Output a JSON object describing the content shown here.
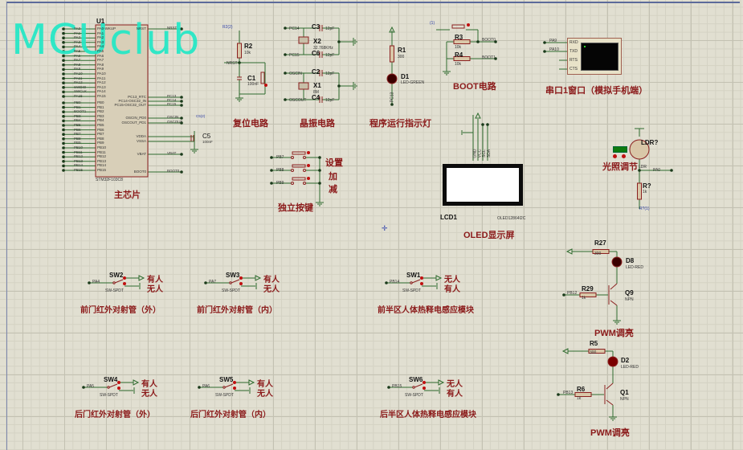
{
  "watermark": "MCUclub",
  "mcu": {
    "ref": "U1",
    "part": "STM32F103C8",
    "title": "主芯片",
    "left_pins_a": [
      "PA0-WKUP",
      "PA1",
      "PA2",
      "PA3",
      "PA4",
      "PA5",
      "PA6",
      "PA7",
      "PA8",
      "PA9",
      "PA10",
      "PA11",
      "PA12",
      "PA13",
      "PA14",
      "PA15"
    ],
    "left_nets_a": [
      "PA0",
      "PA1",
      "PA2",
      "PA3",
      "PA4",
      "PA5",
      "PA6",
      "PA7",
      "PA8",
      "PA9",
      "PA10",
      "PA11",
      "PA12",
      "SWDIO",
      "SWCLK",
      "PA15"
    ],
    "left_pins_b": [
      "PB0",
      "PB1",
      "PB2",
      "PB3",
      "PB4",
      "PB5",
      "PB6",
      "PB7",
      "PB8",
      "PB9",
      "PB10",
      "PB11",
      "PB12",
      "PB13",
      "PB14",
      "PB15"
    ],
    "left_nets_b": [
      "PB0",
      "PB1",
      "BOOT1",
      "PB3",
      "PB4",
      "PB5",
      "PB6",
      "PB7",
      "PB8",
      "PB9",
      "PB10",
      "PB11",
      "PB12",
      "PB13",
      "PB14",
      "PB15"
    ],
    "right_pins": [
      "NRST",
      "PC13_RTC",
      "PC14-OSC32_IN",
      "PC15-OSC32_OUT",
      "OSCIN_PD0",
      "OSCOUT_PD1",
      "VDDA",
      "VSSA",
      "VBAT",
      "BOOT0"
    ],
    "right_nets": [
      "NRST",
      "PC13",
      "PC14",
      "PC15",
      "OSCIN",
      "OSCOUT",
      "",
      "",
      "VBAT",
      "BOOT0"
    ]
  },
  "c5": {
    "ref": "C5",
    "value": "100nF",
    "power": "C5(2)"
  },
  "reset": {
    "title": "复位电路",
    "r_ref": "R2",
    "r_val": "10k",
    "c_ref": "C1",
    "c_val": "100nF",
    "net": "NRST",
    "power": "R2(2)"
  },
  "crystal": {
    "title": "晶振电路",
    "c3": "C3",
    "c6": "C6",
    "c2": "C2",
    "c4": "C4",
    "cap_val": "12pF",
    "x2": "X2",
    "x2_val": "32.768KHz",
    "x1": "X1",
    "x1_val": "8M",
    "nets": [
      "PC14",
      "PC15",
      "OSCIN",
      "OSCOUT"
    ]
  },
  "led_indicator": {
    "title": "程序运行指示灯",
    "r_ref": "R1",
    "r_val": "300",
    "d_ref": "D1",
    "d_val": "LED-GREEN",
    "net": "PC13"
  },
  "boot": {
    "title": "BOOT电路",
    "r3": "R3",
    "r4": "R4",
    "r_val": "10k",
    "nets": [
      "BOOT0",
      "BOOT1"
    ],
    "power": "(1)"
  },
  "uart": {
    "title": "串口1窗口（模拟手机端）",
    "pins": [
      "RXD",
      "TXD",
      "RTS",
      "CTS"
    ],
    "nets": [
      "PA9",
      "PA10"
    ]
  },
  "keys": {
    "title": "独立按键",
    "nets": [
      "PB7",
      "PB8",
      "PB9"
    ],
    "labels": [
      "设置",
      "加",
      "减"
    ]
  },
  "oled": {
    "title": "OLED显示屏",
    "ref": "LCD1",
    "part": "OLED12864I2C",
    "pins": [
      "GND",
      "VCC",
      "SCL",
      "SDA"
    ]
  },
  "ldr": {
    "title": "光照调节",
    "ref": "LDR?",
    "type": "LDR",
    "r_ref": "R?",
    "r_val": "1k",
    "net": "PA0",
    "power": "R?(1)"
  },
  "pwm1": {
    "title": "PWM调亮",
    "r_top": "R27",
    "r_top_val": "300",
    "d_ref": "D8",
    "d_val": "LED-RED",
    "r_base": "R29",
    "r_base_val": "1k",
    "q_ref": "Q9",
    "q_val": "NPN",
    "net": "PB12"
  },
  "pwm2": {
    "title": "PWM调亮",
    "r_top": "R5",
    "r_top_val": "300",
    "d_ref": "D2",
    "d_val": "LED-RED",
    "r_base": "R6",
    "r_base_val": "1k",
    "q_ref": "Q1",
    "q_val": "NPN",
    "net": "PB13"
  },
  "sensors": [
    {
      "ref": "SW2",
      "part": "SW-SPDT",
      "net": "PA4",
      "top": "有人",
      "bottom": "无人",
      "title": "前门红外对射管（外）"
    },
    {
      "ref": "SW3",
      "part": "SW-SPDT",
      "net": "PA7",
      "top": "有人",
      "bottom": "无人",
      "title": "前门红外对射管（内）"
    },
    {
      "ref": "SW1",
      "part": "SW-SPDT",
      "net": "PB14",
      "top": "无人",
      "bottom": "有人",
      "title": "前半区人体热释电感应模块"
    },
    {
      "ref": "SW4",
      "part": "SW-SPDT",
      "net": "PA5",
      "top": "有人",
      "bottom": "无人",
      "title": "后门红外对射管（外）"
    },
    {
      "ref": "SW5",
      "part": "SW-SPDT",
      "net": "PA6",
      "top": "有人",
      "bottom": "无人",
      "title": "后门红外对射管（内）"
    },
    {
      "ref": "SW6",
      "part": "SW-SPDT",
      "net": "PB15",
      "top": "无人",
      "bottom": "有人",
      "title": "后半区人体热释电感应模块"
    }
  ],
  "colors": {
    "wire": "#2e6b2e",
    "component": "#8b2020",
    "label": "#8b1a1a",
    "sheet": "#e1dfd1",
    "watermark": "#21e8c6"
  }
}
